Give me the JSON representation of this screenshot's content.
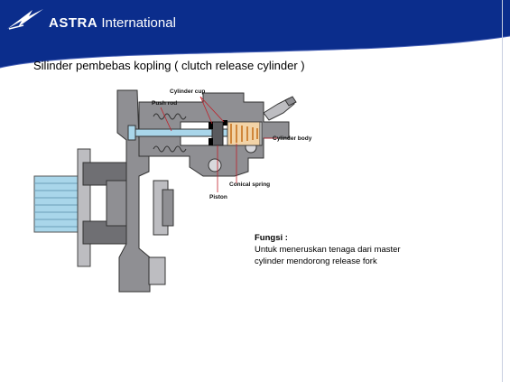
{
  "header": {
    "brand_bold": "ASTRA",
    "brand_rest": " International"
  },
  "slide": {
    "title": "Silinder pembebas kopling ( clutch release cylinder )"
  },
  "diagram": {
    "labels": {
      "cylinder_cup": "Cylinder cup",
      "push_rod": "Push rod",
      "cylinder_body": "Cylinder body",
      "conical_spring": "Conical spring",
      "piston": "Piston"
    }
  },
  "function_box": {
    "title": "Fungsi :",
    "line1": "Untuk meneruskan tenaga dari master",
    "line2": "cylinder mendorong release fork"
  },
  "colors": {
    "header_blue": "#0b2d8c",
    "housing_gray": "#8f8f93",
    "shaft_blue": "#a9d6ea",
    "spring_orange": "#d0863a"
  }
}
